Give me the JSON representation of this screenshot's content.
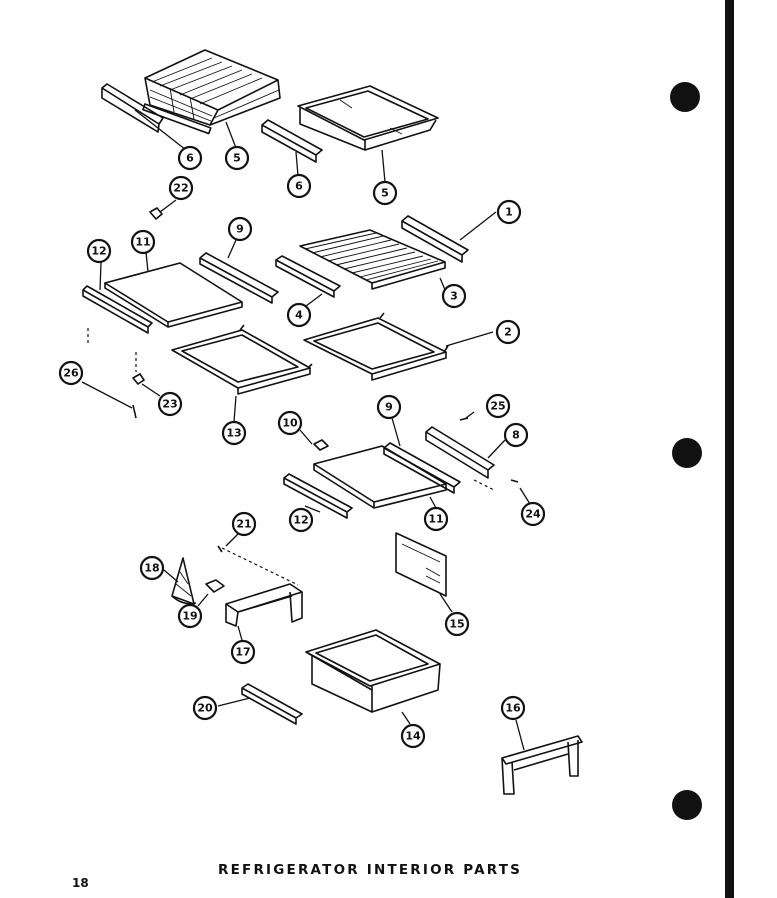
{
  "caption": "REFRIGERATOR INTERIOR PARTS",
  "page_number": "18",
  "callouts": [
    {
      "id": "c1",
      "label": "1"
    },
    {
      "id": "c2",
      "label": "2"
    },
    {
      "id": "c3",
      "label": "3"
    },
    {
      "id": "c4",
      "label": "4"
    },
    {
      "id": "c5a",
      "label": "5"
    },
    {
      "id": "c5b",
      "label": "5"
    },
    {
      "id": "c6a",
      "label": "6"
    },
    {
      "id": "c6b",
      "label": "6"
    },
    {
      "id": "c8",
      "label": "8"
    },
    {
      "id": "c9a",
      "label": "9"
    },
    {
      "id": "c9b",
      "label": "9"
    },
    {
      "id": "c10",
      "label": "10"
    },
    {
      "id": "c11a",
      "label": "11"
    },
    {
      "id": "c11b",
      "label": "11"
    },
    {
      "id": "c12a",
      "label": "12"
    },
    {
      "id": "c12b",
      "label": "12"
    },
    {
      "id": "c13",
      "label": "13"
    },
    {
      "id": "c14",
      "label": "14"
    },
    {
      "id": "c15",
      "label": "15"
    },
    {
      "id": "c16",
      "label": "16"
    },
    {
      "id": "c17",
      "label": "17"
    },
    {
      "id": "c18",
      "label": "18"
    },
    {
      "id": "c19",
      "label": "19"
    },
    {
      "id": "c20",
      "label": "20"
    },
    {
      "id": "c21",
      "label": "21"
    },
    {
      "id": "c22",
      "label": "22"
    },
    {
      "id": "c23",
      "label": "23"
    },
    {
      "id": "c24",
      "label": "24"
    },
    {
      "id": "c25",
      "label": "25"
    },
    {
      "id": "c26",
      "label": "26"
    }
  ]
}
